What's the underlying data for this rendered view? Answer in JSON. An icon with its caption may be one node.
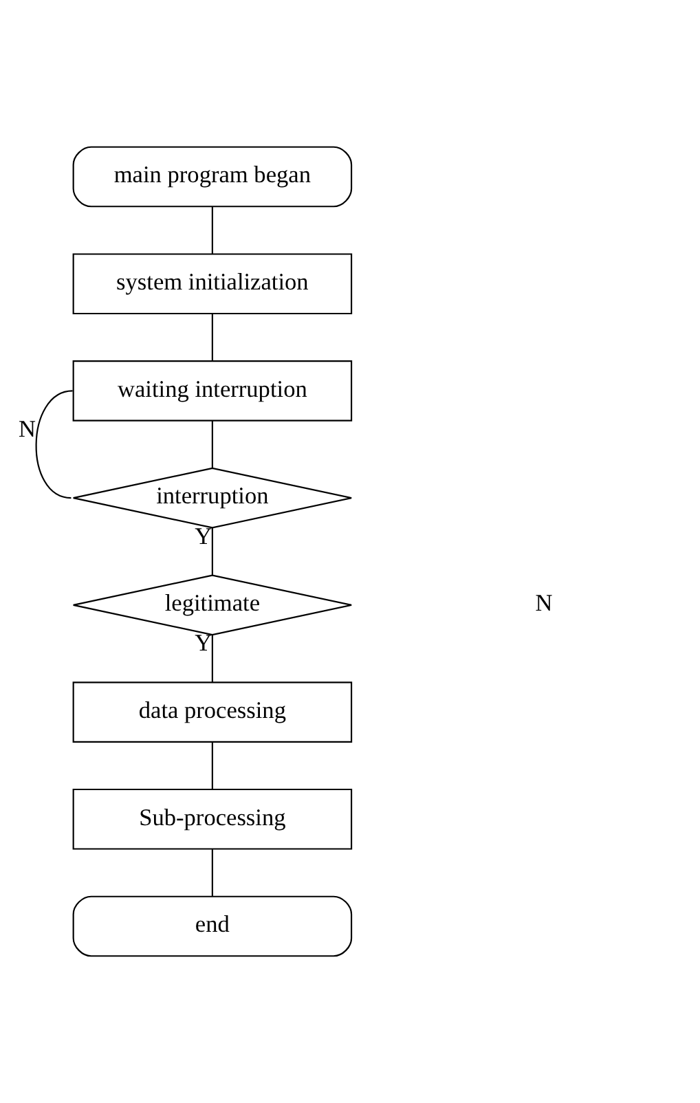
{
  "diagram": {
    "nodes": [
      {
        "text": [
          "main program began"
        ]
      },
      {
        "text": [
          "system initialization"
        ]
      },
      {
        "text": [
          "waiting interruption"
        ]
      },
      {
        "text": [
          "interruption"
        ]
      },
      {
        "text": [
          "legitimate"
        ]
      },
      {
        "text": [
          "data processing"
        ]
      },
      {
        "text": [
          "Sub-processing"
        ]
      },
      {
        "text": [
          "end"
        ]
      }
    ],
    "edges": [
      {
        "from": 0,
        "to": 1,
        "arrow": "none"
      },
      {
        "from": 1,
        "to": 2,
        "arrow": "none"
      },
      {
        "from": 2,
        "to": 3,
        "arrow": "none"
      },
      {
        "from": 3,
        "to": 2,
        "arrow": "none",
        "label": "N"
      },
      {
        "from": 3,
        "to": 4,
        "arrow": "none",
        "label": "Y"
      },
      {
        "from": 4,
        "to": 5,
        "arrow": "none",
        "label": "Y"
      },
      {
        "from": 5,
        "to": 6,
        "arrow": "none"
      },
      {
        "from": 6,
        "to": 7,
        "arrow": "none"
      }
    ],
    "labels": [
      "N"
    ]
  }
}
